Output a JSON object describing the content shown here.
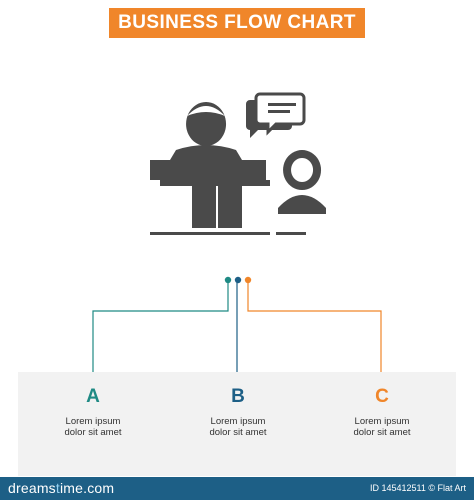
{
  "title": "BUSINESS FLOW CHART",
  "colors": {
    "accent_orange": "#f0862a",
    "teal": "#1f8a84",
    "blue": "#1d5f86",
    "orange": "#f0862a",
    "icon_gray": "#4a4a4a"
  },
  "illustration": {
    "icon": "interview-icon"
  },
  "steps": [
    {
      "letter": "A",
      "line1": "Lorem ipsum",
      "line2": "dolor sit amet",
      "color": "#1f8a84"
    },
    {
      "letter": "B",
      "line1": "Lorem ipsum",
      "line2": "dolor sit amet",
      "color": "#1d5f86"
    },
    {
      "letter": "C",
      "line1": "Lorem ipsum",
      "line2": "dolor sit amet",
      "color": "#f0862a"
    }
  ],
  "footer": {
    "logo_prefix": "dreams",
    "logo_dot": "t",
    "logo_suffix": "ime.com",
    "id_text": "ID 145412511 © Flat Art"
  }
}
